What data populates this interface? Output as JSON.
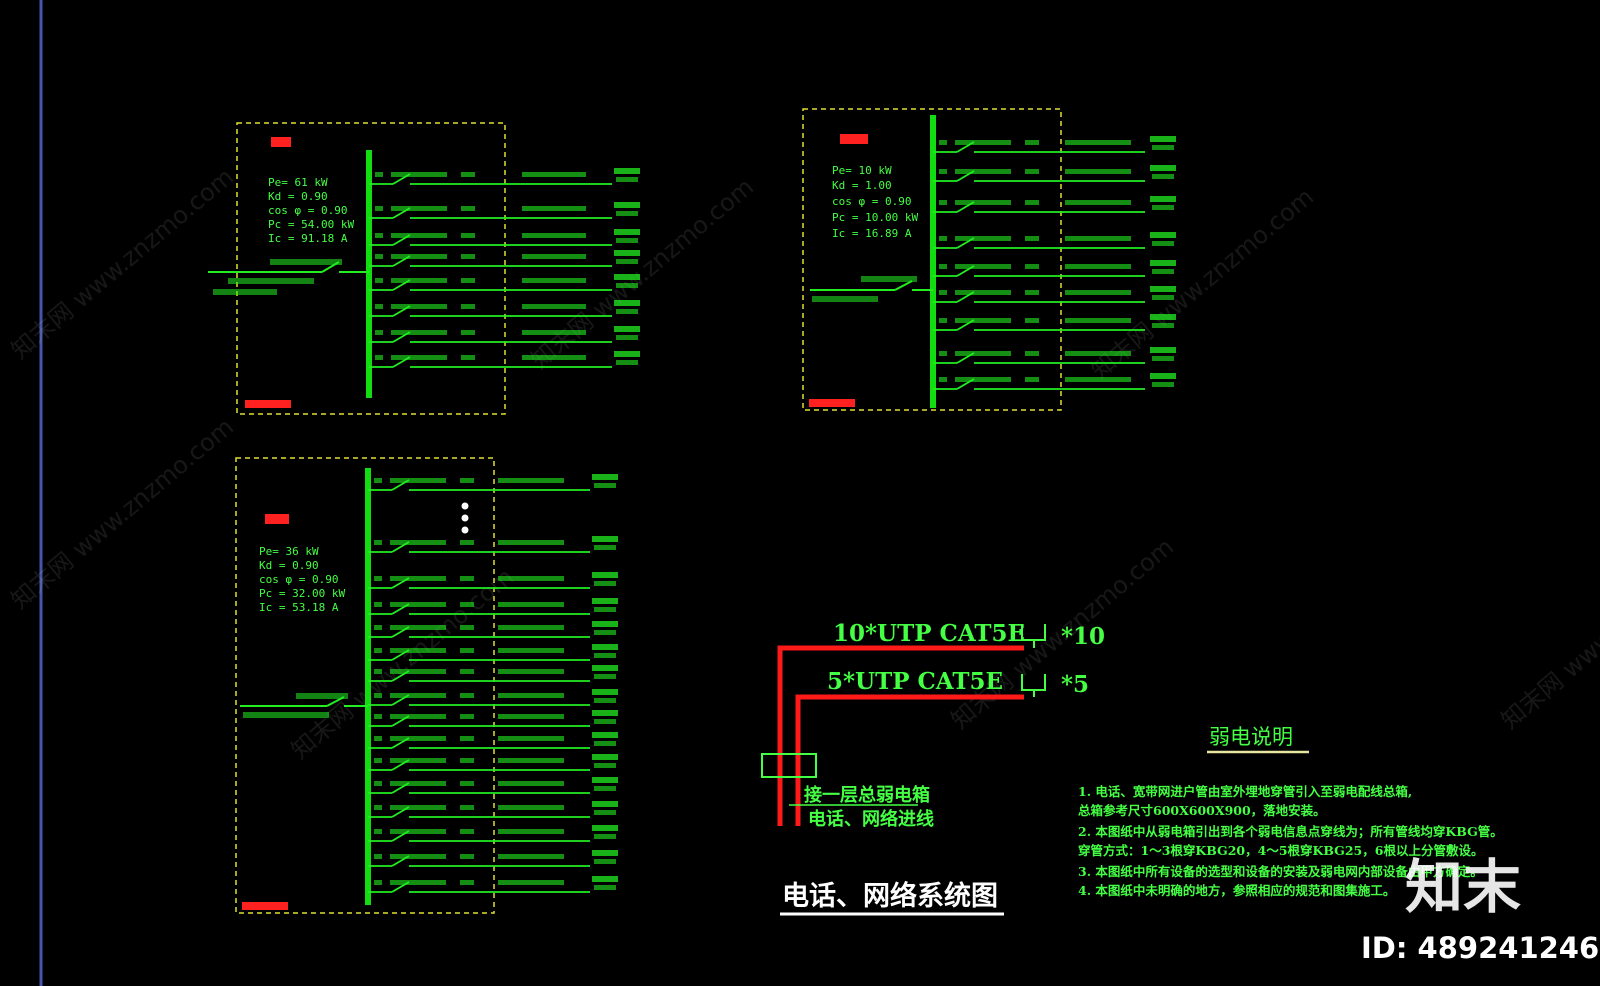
{
  "colors": {
    "background": "#000000",
    "wire": "#22ee22",
    "bus": "#11dd11",
    "label": "#44ff44",
    "box": "#e0e030",
    "title_red": "#ff2020",
    "cable": "#ff1a1a",
    "white": "#ffffff",
    "edge_line": "#4455aa"
  },
  "panel_top_left": {
    "params": [
      "Pe= 61 kW",
      "Kd = 0.90",
      "cos φ = 0.90",
      "Pc = 54.00 kW",
      "Ic = 91.18 A"
    ]
  },
  "panel_top_right": {
    "params": [
      "Pe= 10 kW",
      "Kd = 1.00",
      "cos φ = 0.90",
      "Pc = 10.00 kW",
      "Ic = 16.89 A"
    ]
  },
  "panel_bottom_left": {
    "params": [
      "Pe= 36 kW",
      "Kd = 0.90",
      "cos φ = 0.90",
      "Pc = 32.00 kW",
      "Ic = 53.18 A"
    ]
  },
  "network": {
    "cable1_label": "10*UTP CAT5E",
    "cable1_count": "*10",
    "cable2_label": "5*UTP CAT5E",
    "cable2_count": "*5",
    "incoming_line1": "接一层总弱电箱",
    "incoming_line2": "电话、网络进线",
    "diagram_title": "电话、网络系统图"
  },
  "notes": {
    "title": "弱电说明",
    "lines": [
      "1. 电话、宽带网进户管由室外埋地穿管引入至弱电配线总箱,",
      "   总箱参考尺寸600X600X900，落地安装。",
      "2. 本图纸中从弱电箱引出到各个弱电信息点穿线为；所有管线均穿KBG管。",
      "   穿管方式：1～3根穿KBG20，4～5根穿KBG25，6根以上分管敷设。",
      "3. 本图纸中所有设备的选型和设备的安装及弱电网内部设备由甲方确定。",
      "4. 本图纸中未明确的地方，参照相应的规范和图集施工。"
    ]
  },
  "watermarks": [
    "知末网 www.znzmo.com"
  ],
  "brand": {
    "logo_text": "知末",
    "id_text": "ID: 489241246"
  }
}
